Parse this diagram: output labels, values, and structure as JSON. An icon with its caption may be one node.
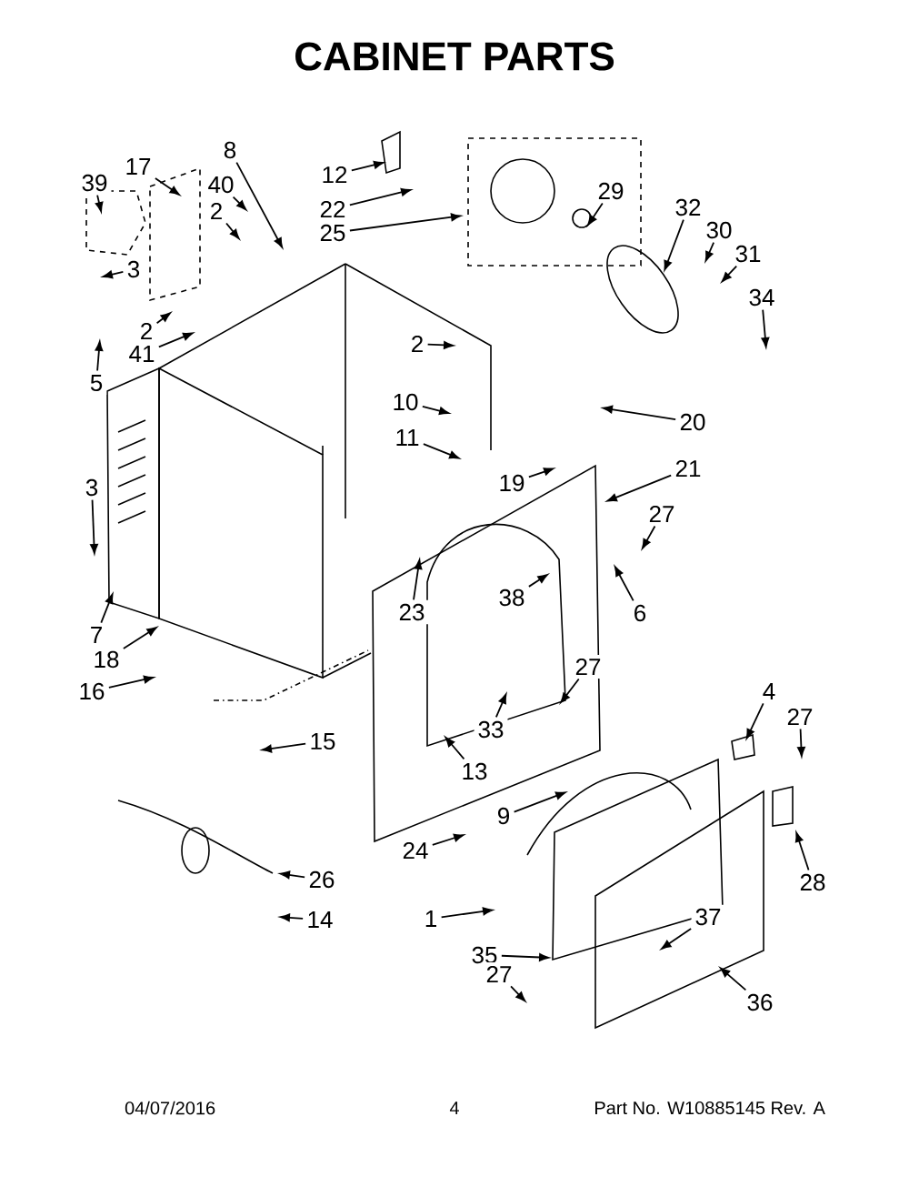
{
  "diagram": {
    "title": "CABINET PARTS",
    "nodes": [
      {
        "text": [
          "17"
        ]
      },
      {
        "text": [
          "39"
        ]
      },
      {
        "text": [
          "8"
        ]
      },
      {
        "text": [
          "40"
        ]
      },
      {
        "text": [
          "2"
        ]
      },
      {
        "text": [
          "12"
        ]
      },
      {
        "text": [
          "22"
        ]
      },
      {
        "text": [
          "25"
        ]
      },
      {
        "text": [
          "29"
        ]
      },
      {
        "text": [
          "32"
        ]
      },
      {
        "text": [
          "30"
        ]
      },
      {
        "text": [
          "31"
        ]
      },
      {
        "text": [
          "34"
        ]
      },
      {
        "text": [
          "3"
        ]
      },
      {
        "text": [
          "2"
        ]
      },
      {
        "text": [
          "41"
        ]
      },
      {
        "text": [
          "5"
        ]
      },
      {
        "text": [
          "2"
        ]
      },
      {
        "text": [
          "10"
        ]
      },
      {
        "text": [
          "11"
        ]
      },
      {
        "text": [
          "20"
        ]
      },
      {
        "text": [
          "19"
        ]
      },
      {
        "text": [
          "21"
        ]
      },
      {
        "text": [
          "3"
        ]
      },
      {
        "text": [
          "27"
        ]
      },
      {
        "text": [
          "6"
        ]
      },
      {
        "text": [
          "38"
        ]
      },
      {
        "text": [
          "23"
        ]
      },
      {
        "text": [
          "7"
        ]
      },
      {
        "text": [
          "18"
        ]
      },
      {
        "text": [
          "16"
        ]
      },
      {
        "text": [
          "27"
        ]
      },
      {
        "text": [
          "33"
        ]
      },
      {
        "text": [
          "15"
        ]
      },
      {
        "text": [
          "13"
        ]
      },
      {
        "text": [
          "4"
        ]
      },
      {
        "text": [
          "27"
        ]
      },
      {
        "text": [
          "9"
        ]
      },
      {
        "text": [
          "24"
        ]
      },
      {
        "text": [
          "28"
        ]
      },
      {
        "text": [
          "26"
        ]
      },
      {
        "text": [
          "14"
        ]
      },
      {
        "text": [
          "1"
        ]
      },
      {
        "text": [
          "37"
        ]
      },
      {
        "text": [
          "35"
        ]
      },
      {
        "text": [
          "27"
        ]
      },
      {
        "text": [
          "36"
        ]
      }
    ],
    "edges": [
      {
        "from": 0,
        "to": null,
        "arrow": "to"
      },
      {
        "from": 1,
        "to": null,
        "arrow": "to"
      },
      {
        "from": 2,
        "to": null,
        "arrow": "to"
      },
      {
        "from": 3,
        "to": null,
        "arrow": "to"
      },
      {
        "from": 4,
        "to": null,
        "arrow": "to"
      },
      {
        "from": 5,
        "to": null,
        "arrow": "to"
      },
      {
        "from": 6,
        "to": null,
        "arrow": "to"
      },
      {
        "from": 7,
        "to": null,
        "arrow": "to"
      },
      {
        "from": 8,
        "to": null,
        "arrow": "to"
      },
      {
        "from": 9,
        "to": null,
        "arrow": "to"
      },
      {
        "from": 10,
        "to": null,
        "arrow": "to"
      },
      {
        "from": 11,
        "to": null,
        "arrow": "to"
      },
      {
        "from": 12,
        "to": null,
        "arrow": "to"
      },
      {
        "from": 13,
        "to": null,
        "arrow": "to"
      },
      {
        "from": 14,
        "to": null,
        "arrow": "to"
      },
      {
        "from": 15,
        "to": null,
        "arrow": "to"
      },
      {
        "from": 16,
        "to": null,
        "arrow": "to"
      },
      {
        "from": 17,
        "to": null,
        "arrow": "to"
      },
      {
        "from": 18,
        "to": null,
        "arrow": "to"
      },
      {
        "from": 19,
        "to": null,
        "arrow": "to"
      },
      {
        "from": 20,
        "to": null,
        "arrow": "to"
      },
      {
        "from": 21,
        "to": null,
        "arrow": "to"
      },
      {
        "from": 22,
        "to": null,
        "arrow": "to"
      },
      {
        "from": 23,
        "to": null,
        "arrow": "to"
      },
      {
        "from": 24,
        "to": null,
        "arrow": "to"
      },
      {
        "from": 25,
        "to": null,
        "arrow": "to"
      },
      {
        "from": 26,
        "to": null,
        "arrow": "to"
      },
      {
        "from": 27,
        "to": null,
        "arrow": "to"
      },
      {
        "from": 28,
        "to": null,
        "arrow": "to"
      },
      {
        "from": 29,
        "to": null,
        "arrow": "to"
      },
      {
        "from": 30,
        "to": null,
        "arrow": "to"
      },
      {
        "from": 31,
        "to": null,
        "arrow": "to"
      },
      {
        "from": 32,
        "to": null,
        "arrow": "to"
      },
      {
        "from": 33,
        "to": null,
        "arrow": "to"
      },
      {
        "from": 34,
        "to": null,
        "arrow": "to"
      },
      {
        "from": 35,
        "to": null,
        "arrow": "to"
      },
      {
        "from": 36,
        "to": null,
        "arrow": "to"
      },
      {
        "from": 37,
        "to": null,
        "arrow": "to"
      },
      {
        "from": 38,
        "to": null,
        "arrow": "to"
      },
      {
        "from": 39,
        "to": null,
        "arrow": "to"
      },
      {
        "from": 40,
        "to": null,
        "arrow": "to"
      },
      {
        "from": 41,
        "to": null,
        "arrow": "to"
      },
      {
        "from": 42,
        "to": null,
        "arrow": "to"
      },
      {
        "from": 43,
        "to": null,
        "arrow": "to"
      },
      {
        "from": 44,
        "to": null,
        "arrow": "to"
      },
      {
        "from": 45,
        "to": null,
        "arrow": "to"
      },
      {
        "from": 46,
        "to": null,
        "arrow": "to"
      }
    ],
    "labels": [
      "04/07/2016",
      "4",
      "Part No. W10885145 Rev. A"
    ]
  }
}
